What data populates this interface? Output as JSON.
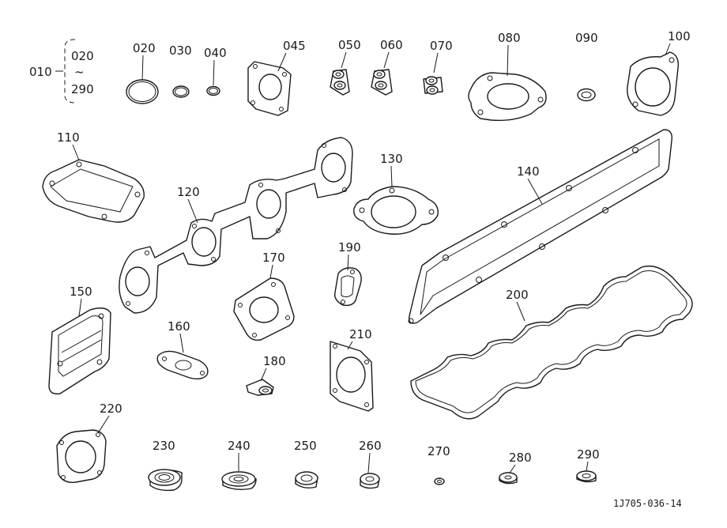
{
  "range": {
    "start": "010",
    "from": "020",
    "tilde": "~",
    "to": "290"
  },
  "labels": {
    "p020": "020",
    "p030": "030",
    "p040": "040",
    "p045": "045",
    "p050": "050",
    "p060": "060",
    "p070": "070",
    "p080": "080",
    "p090": "090",
    "p100": "100",
    "p110": "110",
    "p120": "120",
    "p130": "130",
    "p140": "140",
    "p150": "150",
    "p160": "160",
    "p170": "170",
    "p180": "180",
    "p190": "190",
    "p200": "200",
    "p210": "210",
    "p220": "220",
    "p230": "230",
    "p240": "240",
    "p250": "250",
    "p260": "260",
    "p270": "270",
    "p280": "280",
    "p290": "290"
  },
  "figure_code": "1J705-036-14"
}
